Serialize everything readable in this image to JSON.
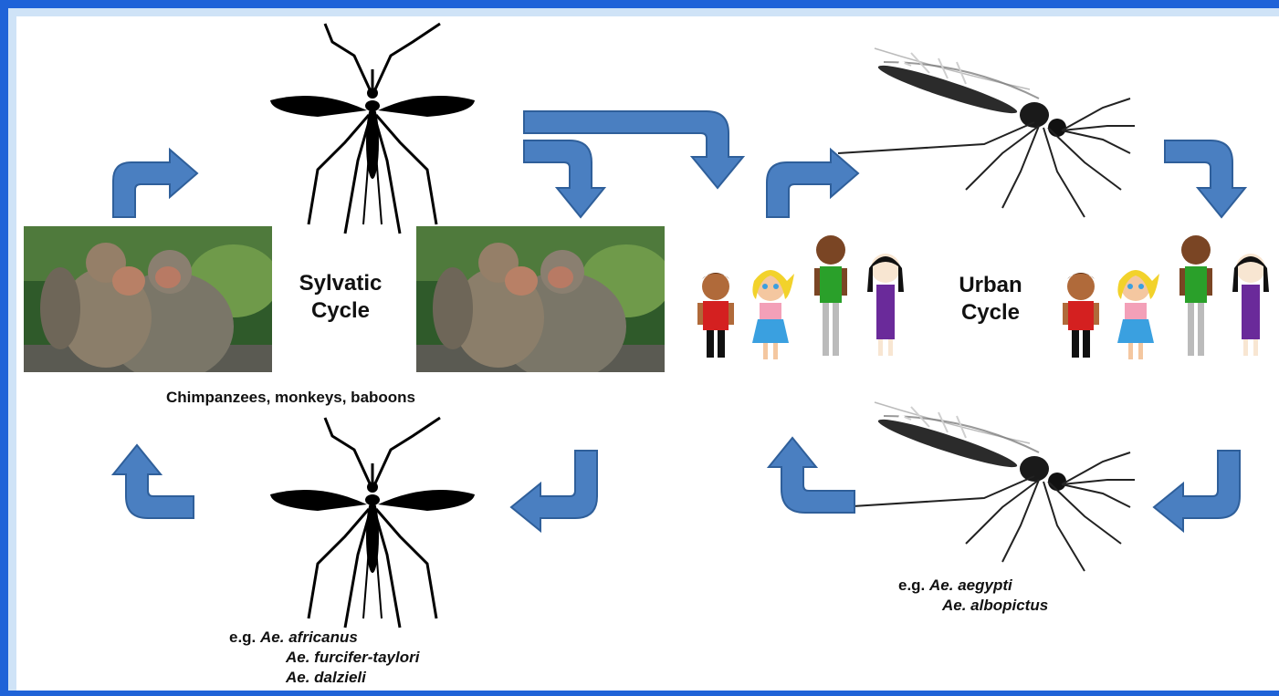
{
  "sylvatic": {
    "title_line1": "Sylvatic",
    "title_line2": "Cycle",
    "hosts_caption": "Chimpanzees, monkeys, baboons",
    "vectors_prefix": "e.g.",
    "vector1": "Ae. africanus",
    "vector2": "Ae. furcifer-taylori",
    "vector3": "Ae. dalzieli"
  },
  "urban": {
    "title_line1": "Urban",
    "title_line2": "Cycle",
    "vectors_prefix": "e.g.",
    "vector1": "Ae. aegypti",
    "vector2": "Ae. albopictus"
  },
  "colors": {
    "frame": "#1f63d8",
    "arrow_fill": "#4a7fc1",
    "arrow_stroke": "#2f5f9a"
  },
  "icons": [
    "mosquito-silhouette-icon",
    "mosquito-photo-icon",
    "monkey-photo",
    "child-figure-icon",
    "curved-arrow-icon"
  ]
}
